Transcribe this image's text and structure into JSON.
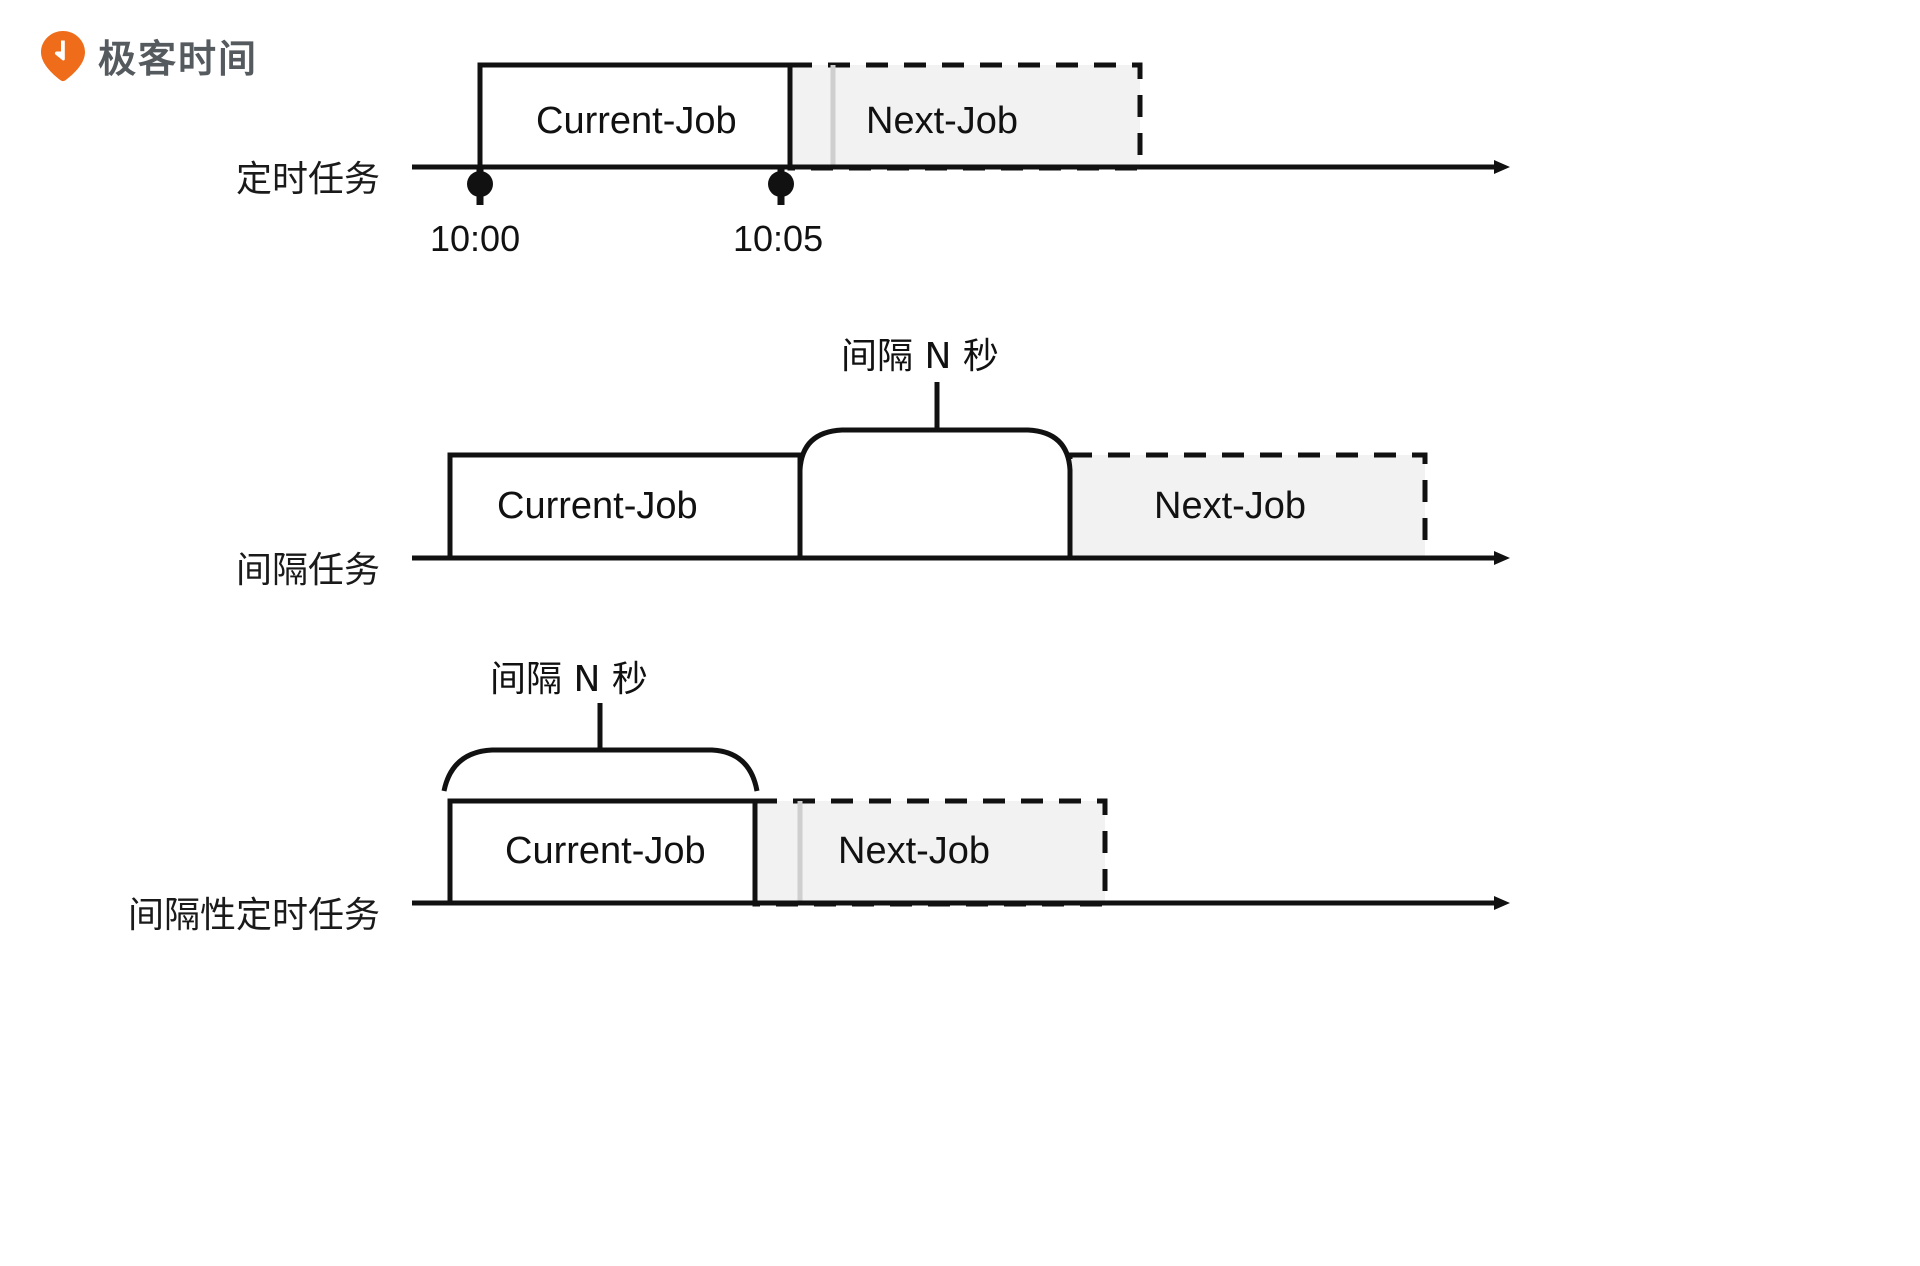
{
  "brand": {
    "name": "极客时间",
    "mark_icon": "geektime-pin-logo",
    "mark_color": "#EF6C1A",
    "text_color": "#555a5f"
  },
  "diagram": {
    "title_hidden": "",
    "colors": {
      "line": "#111111",
      "next_job_fill": "#f2f2f2",
      "next_job_border": "#111111",
      "current_job_fill": "#ffffff"
    },
    "rows": [
      {
        "id": "cron-job",
        "label": "定时任务",
        "current_job_label": "Current-Job",
        "next_job_label": "Next-Job",
        "ticks": [
          {
            "label": "10:00"
          },
          {
            "label": "10:05"
          }
        ],
        "gap_label": null
      },
      {
        "id": "interval-job",
        "label": "间隔任务",
        "current_job_label": "Current-Job",
        "next_job_label": "Next-Job",
        "ticks": [],
        "gap_label": "间隔 N 秒"
      },
      {
        "id": "interval-cron-job",
        "label": "间隔性定时任务",
        "current_job_label": "Current-Job",
        "next_job_label": "Next-Job",
        "ticks": [],
        "gap_label": "间隔 N 秒"
      }
    ]
  }
}
